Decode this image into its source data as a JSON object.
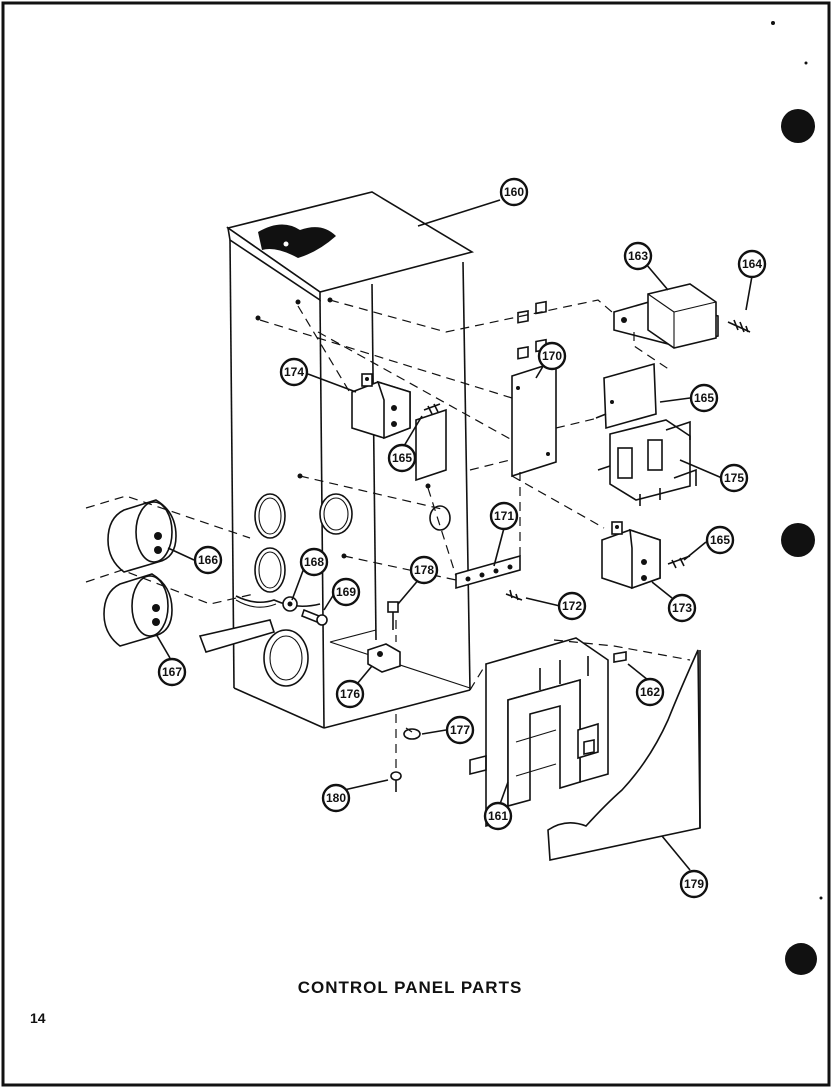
{
  "title": "CONTROL PANEL PARTS",
  "page_number": "14",
  "callouts": [
    "160",
    "163",
    "164",
    "170",
    "174",
    "165",
    "165",
    "175",
    "166",
    "168",
    "169",
    "178",
    "171",
    "165",
    "173",
    "172",
    "167",
    "162",
    "176",
    "177",
    "180",
    "161",
    "179"
  ]
}
